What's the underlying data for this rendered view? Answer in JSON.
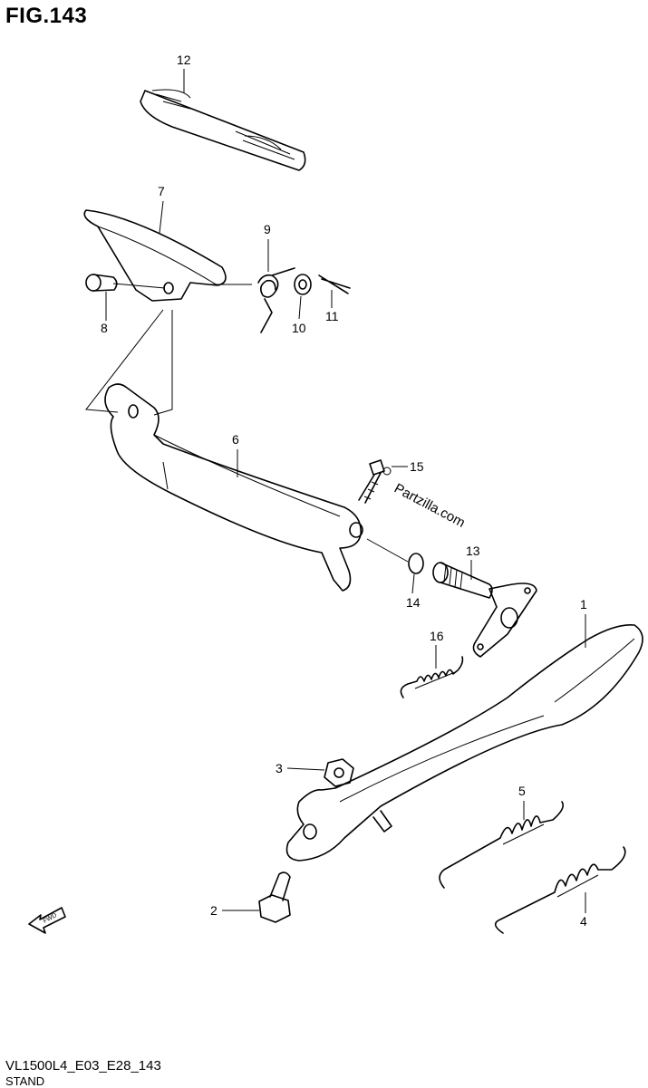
{
  "figure_title": "FIG.143",
  "footer_code": "VL1500L4_E03_E28_143",
  "footer_name": "STAND",
  "watermark": "Partzilla.com",
  "fwd_label": "FWD",
  "callouts": {
    "c1": "1",
    "c2": "2",
    "c3": "3",
    "c4": "4",
    "c5": "5",
    "c6": "6",
    "c7": "7",
    "c8": "8",
    "c9": "9",
    "c10": "10",
    "c11": "11",
    "c12": "12",
    "c13": "13",
    "c14": "14",
    "c15": "15",
    "c16": "16"
  }
}
